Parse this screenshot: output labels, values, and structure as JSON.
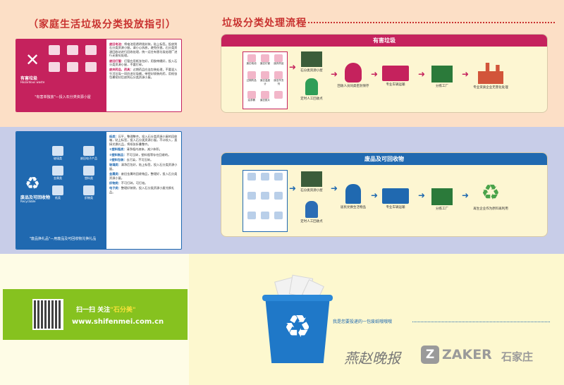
{
  "titles": {
    "left": "（家庭生活垃圾分类投放指引）",
    "right": "垃圾分类处理流程"
  },
  "hazardous_card": {
    "category": "有害垃圾",
    "category_en": "Hazardous waste",
    "slogan": "\"有害单独放\"—投入石分类资源小屋",
    "items": [
      "",
      "",
      "",
      "",
      "",
      "",
      "",
      "",
      ""
    ],
    "rules": [
      {
        "label": "废旧电池：",
        "text": "将电池用透明袋封装，贴上标签。投放到石分类资源小屋。请小心拆放，避免伤害。石分类资源回收站进行回收处理，统一运往有害垃圾处理厂进行无害化处理。"
      },
      {
        "label": "废旧灯管：",
        "text": "灯管应用纸张包好，用胶带缠好，投入石分类资源小屋，不要打碎。"
      },
      {
        "label": "废弃药品、药具：",
        "text": "过期药品应连包装处理，不要混入生活垃圾一同扔进垃圾桶，带密封袋装的药，用纸张包裹密封后放到石分类资源小屋。"
      }
    ]
  },
  "recyclable_card": {
    "category": "废品及可回收物",
    "category_en": "Recyclable",
    "items": [
      "玻璃类",
      "废旧电子产品",
      "金属类",
      "塑料类",
      "纸类",
      "织物类"
    ],
    "slogan": "\"废品换礼品\"—用废品及可回收物兑换礼品",
    "rules": [
      {
        "label": "纸类：",
        "text": "压平，整理整齐。投入石分类资源小屋的回收箱，贴上标签，投入石分类资源小屋。不计较入，直接兑换礼品，将纸张折叠整齐。"
      },
      {
        "label": "①塑料瓶类：",
        "text": "清净瓶内液体，减少体积。"
      },
      {
        "label": "②塑料制品：",
        "text": "不可压碎，塑料瓶等存在回收的。"
      },
      {
        "label": "③塑料包装：",
        "text": "去污染，不可压碎。"
      },
      {
        "label": "玻璃类：",
        "text": "清净后包好，贴上标签，投入石分类资源小屋。"
      },
      {
        "label": "金属类：",
        "text": "废旧金属的回收物品，整理好，投入石分类资源小屋。"
      },
      {
        "label": "织物类：",
        "text": "不可打碎，可打结。"
      },
      {
        "label": "电子类：",
        "text": "整理好装袋，投入石分类资源小屋兑换礼品。"
      }
    ]
  },
  "hazardous_flow": {
    "title": "有害垃圾",
    "items": [
      "废旧电池",
      "废旧灯管",
      "废弃药品",
      "过期药品",
      "废旧温度计",
      "废旧杀虫剂",
      "油漆桶",
      "废旧胶片",
      ""
    ],
    "steps": {
      "house": "石分类资源小屋",
      "manual": "定时人工回收点",
      "store": "回收人员同类密封保存",
      "truck": "专业车辆运输",
      "factory": "分拣工厂",
      "disposal": "专业资质企业无害化处理"
    }
  },
  "recyclable_flow": {
    "title": "废品及可回收物",
    "items": [
      "",
      "",
      "",
      "",
      "",
      "",
      "",
      "",
      ""
    ],
    "steps": {
      "house": "石分类资源小屋",
      "manual": "定时人工回收点",
      "exchange": "居民兑换生活物品",
      "truck": "专业车辆运输",
      "factory": "分拣工厂",
      "reuse": "再生企业作为原料再利用"
    }
  },
  "qr": {
    "follow_prefix": "扫一扫 关注",
    "brand": "\"石分美\"",
    "url": "www.shifenmei.com.cn"
  },
  "bottom": {
    "tagline": "我是您要投递的一包废纸哦哦哦",
    "newspaper": "燕赵晚报",
    "zaker_letter": "Z",
    "zaker": "ZAKER",
    "city": "石家庄"
  },
  "colors": {
    "hazardous": "#c5225d",
    "recyclable": "#2069b0",
    "title": "#c8312f",
    "green": "#86c21f"
  },
  "icons": {
    "hazardous": "x-mark-icon",
    "recyclable": "recycle-icon"
  }
}
